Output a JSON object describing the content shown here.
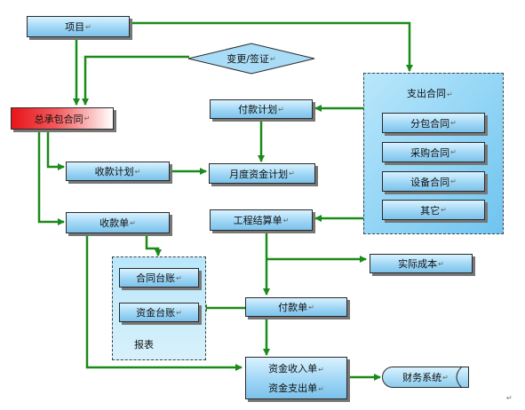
{
  "nodes": {
    "project": "项目",
    "change_visa": "变更/签证",
    "general_contract": "总承包合同",
    "payment_plan": "付款计划",
    "receipt_plan": "收款计划",
    "monthly_fund_plan": "月度资金计划",
    "receipt_voucher": "收款单",
    "settlement_voucher": "工程结算单",
    "actual_cost": "实际成本",
    "payment_voucher": "付款单",
    "fund_income_voucher": "资金收入单",
    "fund_expense_voucher": "资金支出单",
    "finance_system": "财务系统"
  },
  "expense_contract": {
    "title": "支出合同",
    "items": [
      "分包合同",
      "采购合同",
      "设备合同",
      "其它"
    ]
  },
  "ledgers": {
    "contract_ledger": "合同台账",
    "fund_ledger": "资金台账",
    "reports": "报表"
  },
  "mark": "↵",
  "colors": {
    "arrow": "#1a8a1a",
    "node_fill": "#9fd6f5",
    "accent_red": "#e8141a"
  }
}
